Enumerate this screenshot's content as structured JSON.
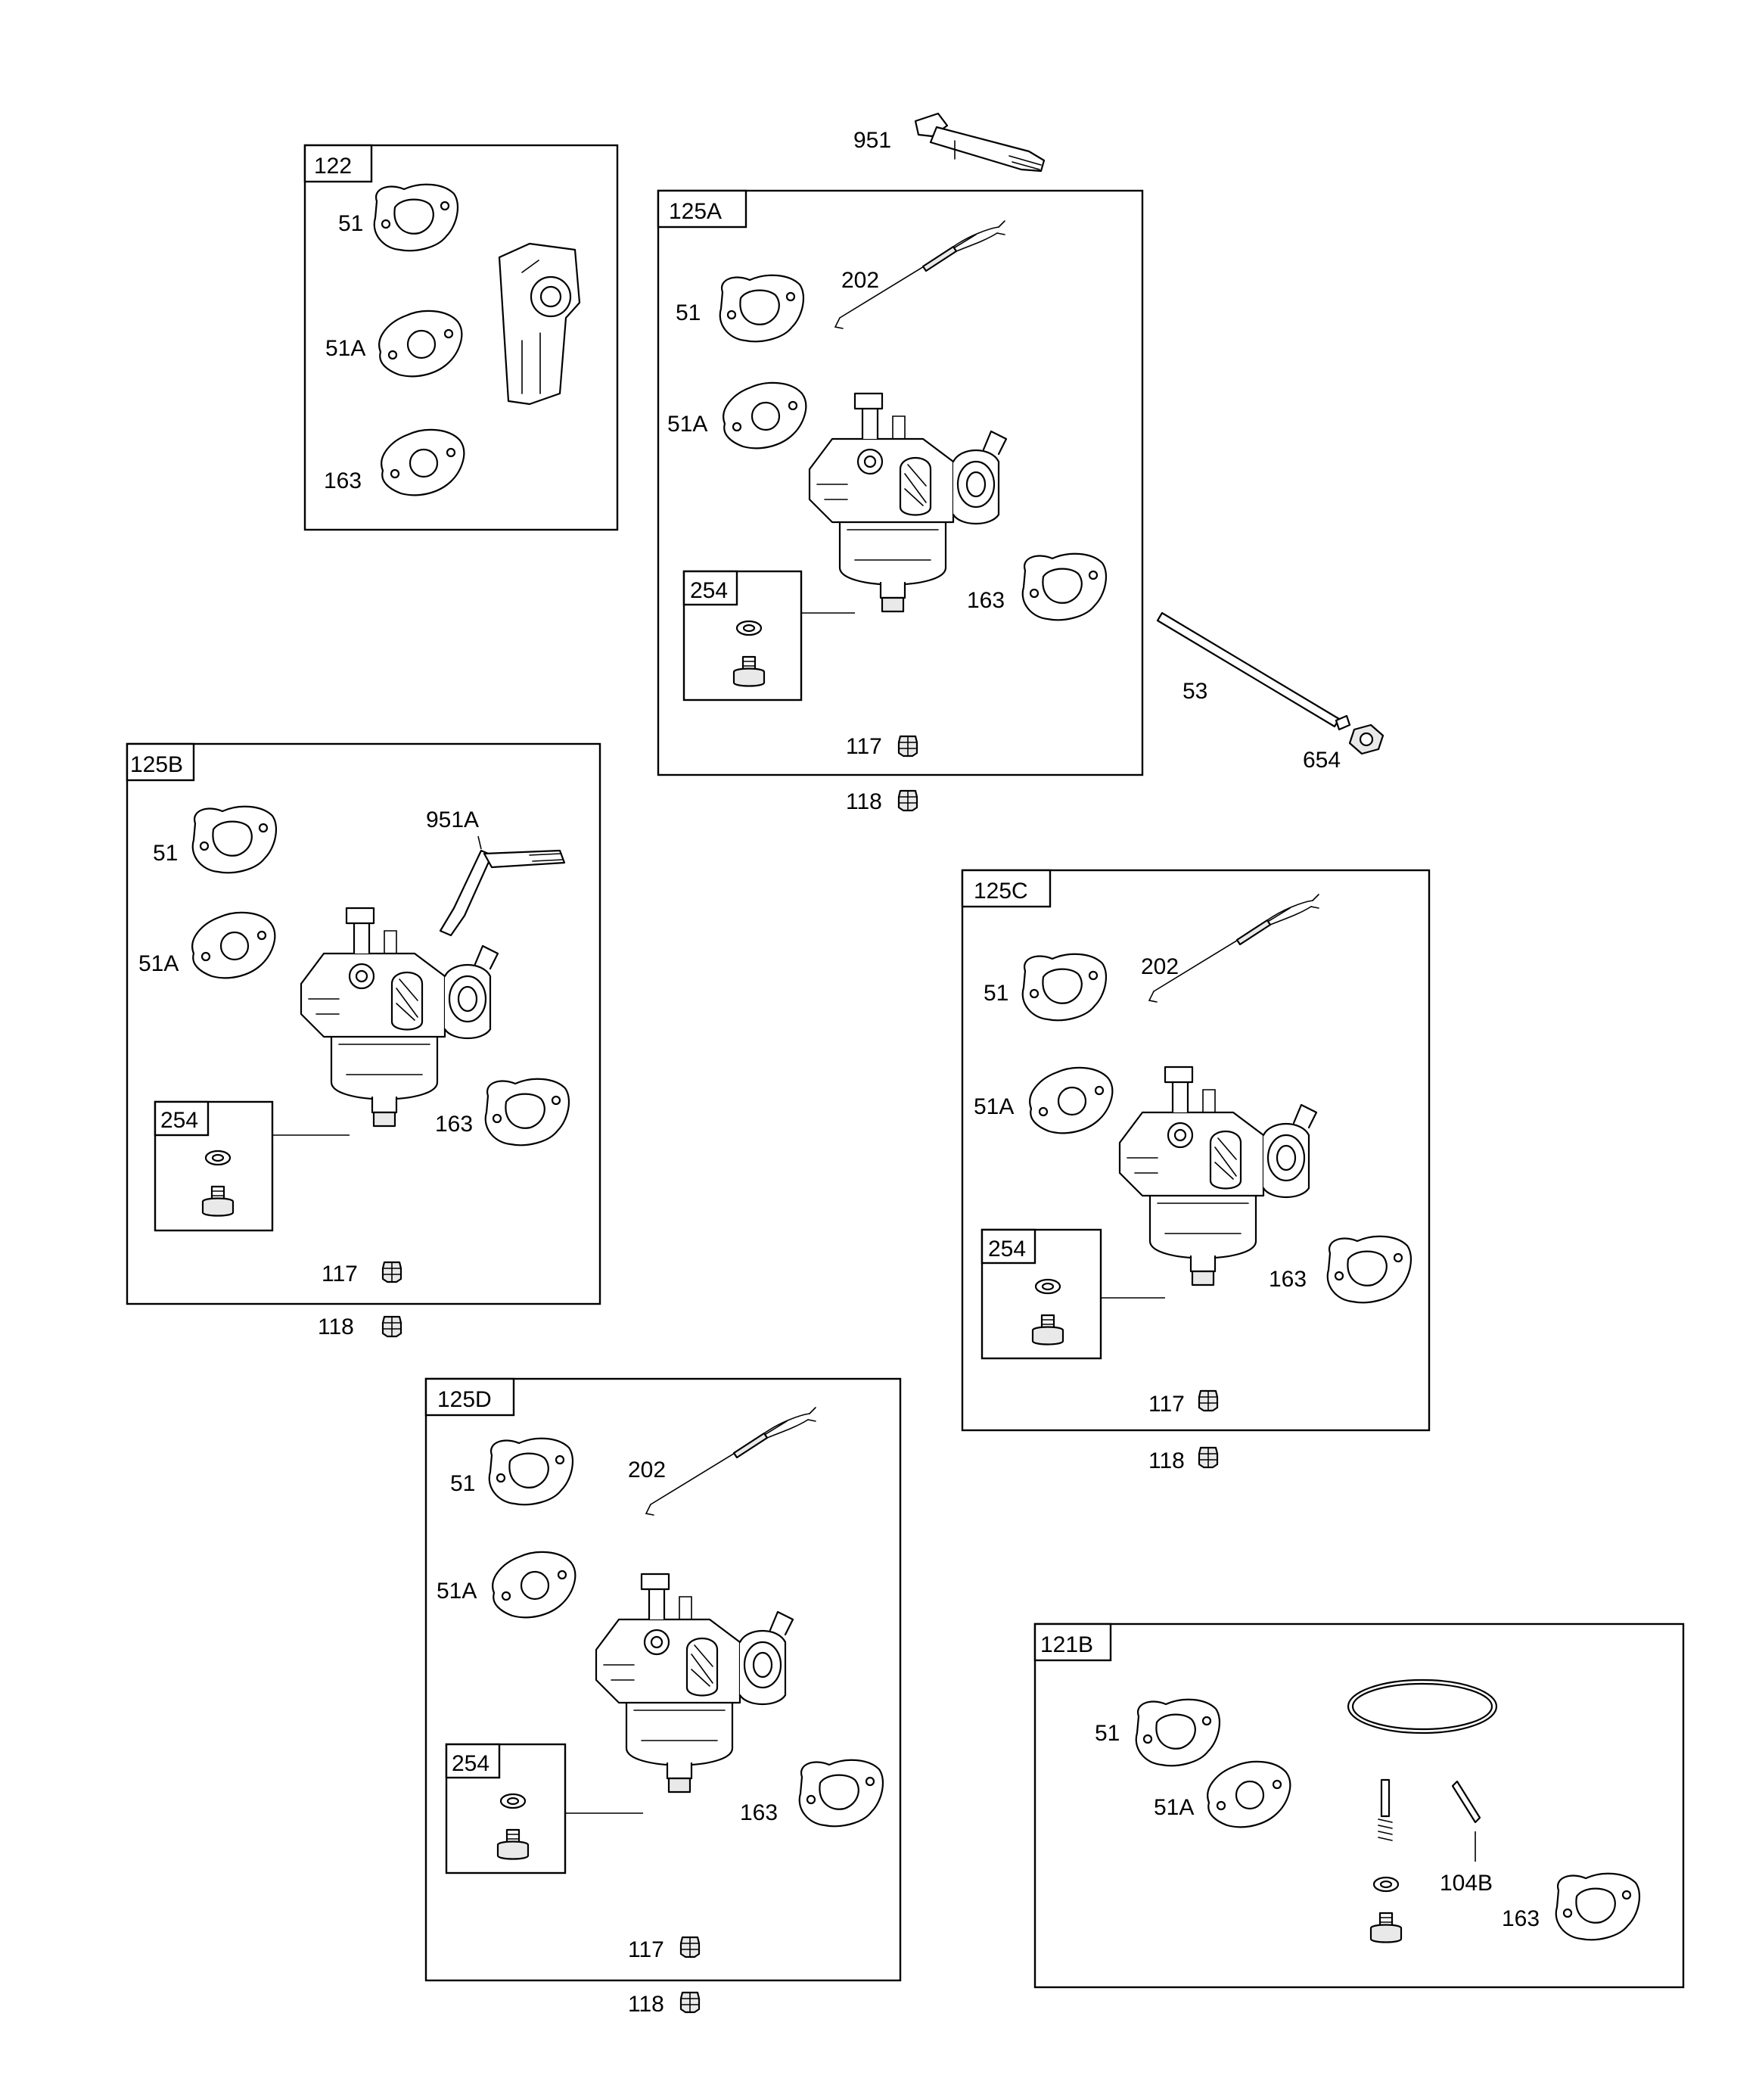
{
  "diagram": {
    "groups": [
      {
        "id": "122",
        "parts": [
          "51",
          "51A",
          "163"
        ]
      },
      {
        "id": "125A",
        "parts": [
          "51",
          "202",
          "51A",
          "163",
          "254",
          "117"
        ]
      },
      {
        "id": "125B",
        "parts": [
          "51",
          "951A",
          "51A",
          "163",
          "254",
          "117"
        ]
      },
      {
        "id": "125C",
        "parts": [
          "51",
          "202",
          "51A",
          "163",
          "254",
          "117"
        ]
      },
      {
        "id": "125D",
        "parts": [
          "51",
          "202",
          "51A",
          "163",
          "254",
          "117"
        ]
      },
      {
        "id": "121B",
        "parts": [
          "51",
          "51A",
          "104B",
          "163"
        ]
      }
    ],
    "loose_parts": [
      "951",
      "53",
      "654",
      "118",
      "118",
      "118",
      "118"
    ]
  }
}
